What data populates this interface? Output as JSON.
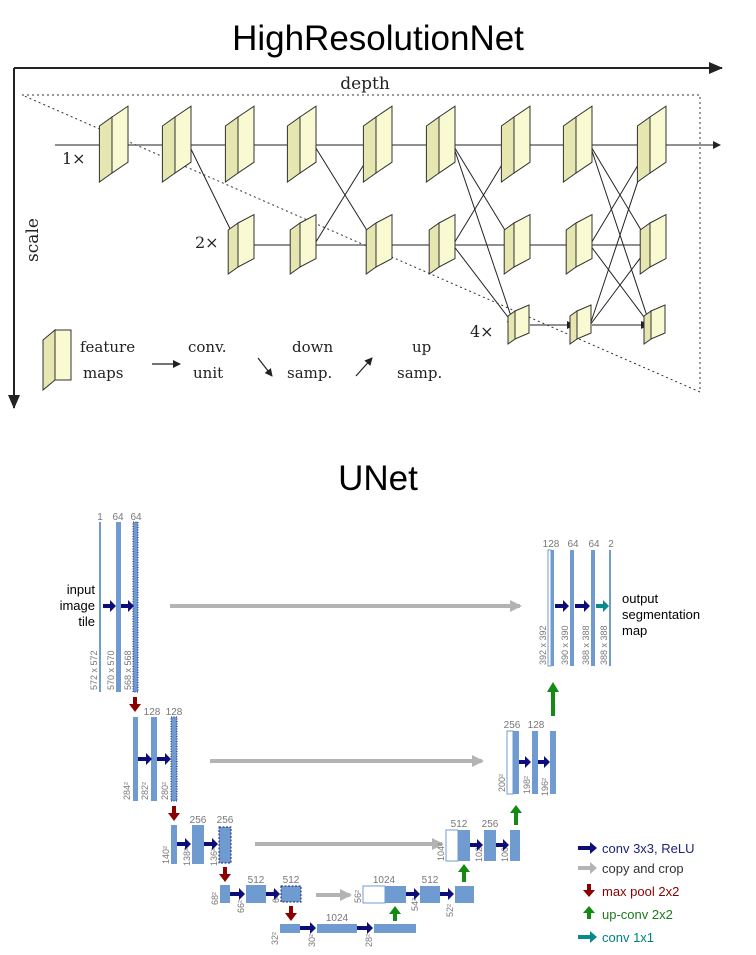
{
  "titles": {
    "hrnet": "HighResolutionNet",
    "unet": "UNet"
  },
  "hrnet": {
    "depth_label": "depth",
    "scale_label": "scale",
    "scale_1x": "1×",
    "scale_2x": "2×",
    "scale_4x": "4×",
    "legend": {
      "feature_maps": [
        "feature",
        "maps"
      ],
      "conv_unit": [
        "conv.",
        "unit"
      ],
      "down_samp": [
        "down",
        "samp."
      ],
      "up_samp": [
        "up",
        "samp."
      ]
    }
  },
  "unet": {
    "input_label": [
      "input",
      "image",
      "tile"
    ],
    "output_label": [
      "output",
      "segmentation",
      "map"
    ],
    "level1_channels": [
      "1",
      "64",
      "64"
    ],
    "level1_dims": [
      "572 x 572",
      "570 x 570",
      "568 x 568"
    ],
    "level2_channels": [
      "128",
      "128"
    ],
    "level2_dims": [
      "284²",
      "282²",
      "280²"
    ],
    "level3_channels": [
      "256",
      "256"
    ],
    "level3_dims": [
      "140²",
      "138²",
      "136²"
    ],
    "level4_channels": [
      "512",
      "512"
    ],
    "level4_dims": [
      "68²",
      "66²",
      "64²"
    ],
    "level5_channels": [
      "1024"
    ],
    "level5_dims": [
      "32²",
      "30²",
      "28²"
    ],
    "up4_channels": [
      "1024",
      "512"
    ],
    "up4_dims": [
      "56²",
      "54²",
      "52²"
    ],
    "up3_channels": [
      "512",
      "256"
    ],
    "up3_dims": [
      "104²",
      "102²",
      "100²"
    ],
    "up2_channels": [
      "256",
      "128"
    ],
    "up2_dims": [
      "200²",
      "198²",
      "196²"
    ],
    "up1_channels": [
      "128",
      "64",
      "64",
      "2"
    ],
    "up1_dims": [
      "392 x 392",
      "390 x 390",
      "388 x 388",
      "388 x 388"
    ],
    "legend": [
      {
        "label": "conv 3x3, ReLU",
        "color": "#1a237e"
      },
      {
        "label": "copy and crop",
        "color": "#333333"
      },
      {
        "label": "max pool 2x2",
        "color": "#8b0000"
      },
      {
        "label": "up-conv 2x2",
        "color": "#1b7a1b"
      },
      {
        "label": "conv 1x1",
        "color": "#008080"
      }
    ],
    "colors": {
      "block": "#6f9bd1",
      "conv": "#0d0d7a",
      "copy": "#b3b3b3",
      "pool": "#8b0000",
      "upconv": "#138a13",
      "conv1x1": "#0a8a8a"
    }
  }
}
